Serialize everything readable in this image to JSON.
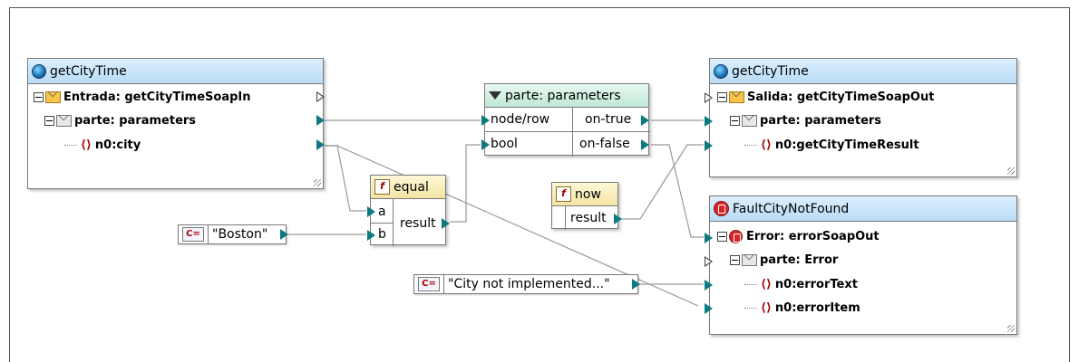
{
  "source": {
    "title": "getCityTime",
    "root": "Entrada: getCityTimeSoapIn",
    "part": "parte: parameters",
    "leaf": "n0:city"
  },
  "filter": {
    "title": "parte: parameters",
    "in1": "node/row",
    "in2": "bool",
    "out1": "on-true",
    "out2": "on-false"
  },
  "equal": {
    "title": "equal",
    "a": "a",
    "b": "b",
    "result": "result"
  },
  "now": {
    "title": "now",
    "result": "result"
  },
  "const_boston": {
    "icon": "C=",
    "value": "\"Boston\""
  },
  "const_city": {
    "icon": "C=",
    "value": "\"City not implemented...\""
  },
  "target": {
    "title": "getCityTime",
    "root": "Salida: getCityTimeSoapOut",
    "part": "parte: parameters",
    "leaf": "n0:getCityTimeResult"
  },
  "fault": {
    "title": "FaultCityNotFound",
    "root": "Error: errorSoapOut",
    "part": "parte: Error",
    "leaf1": "n0:errorText",
    "leaf2": "n0:errorItem"
  },
  "colors": {
    "connector": "#0d7a80",
    "header_blue": "#b9dcf6",
    "header_green": "#bfe8d5",
    "header_yellow": "#f3e4a4"
  }
}
